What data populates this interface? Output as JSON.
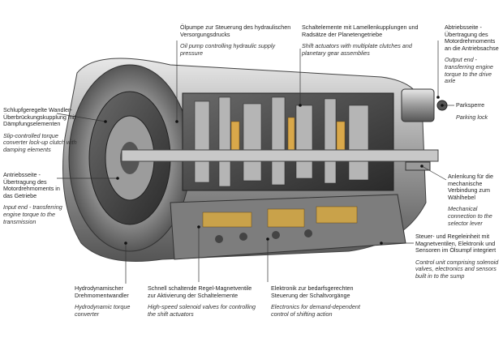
{
  "callouts": [
    {
      "id": "oil-pump",
      "de": "Ölpumpe zur Steuerung des hydraulischen Versorgungsdrucks",
      "en": "Oil pump controlling hydraulic supply pressure"
    },
    {
      "id": "shift-elements",
      "de": "Schaltelemente mit Lamellenkupplungen und Radsätze der Planetengetriebe",
      "en": "Shift actuators with multiplate clutches and planetary gear assemblies"
    },
    {
      "id": "output-end",
      "de": "Abtriebsseite - Übertragung des Motordrehmoments an die Antriebsachse",
      "en": "Output end - transferring engine torque to the drive axle"
    },
    {
      "id": "lockup-clutch",
      "de": "Schlupfgeregelte Wandler-Überbrückungskupplung mit Dämpfungselementen",
      "en": "Slip-controlled torque converter lock-up clutch with damping elements"
    },
    {
      "id": "parking-lock",
      "de": "Parksperre",
      "en": "Parking lock"
    },
    {
      "id": "input-end",
      "de": "Antriebsseite - Übertragung des Motordrehmoments in das Getriebe",
      "en": "Input end - transferring engine torque to the transmission"
    },
    {
      "id": "selector-link",
      "de": "Anlenkung für die mechanische Verbindung zum Wählhebel",
      "en": "Mechanical connection to the selector lever"
    },
    {
      "id": "control-unit",
      "de": "Steuer- und Regeleinheit mit Magnetventilen, Elektronik und Sensoren im Ölsumpf integriert",
      "en": "Control unit comprising solenoid valves, electronics and sensors built in to the sump"
    },
    {
      "id": "torque-converter",
      "de": "Hydrodynamischer Drehmomentwandler",
      "en": "Hydrodynamic torque converter"
    },
    {
      "id": "solenoid-valves",
      "de": "Schnell schaltende Regel-Magnetventile zur Aktivierung der Schaltelemente",
      "en": "High-speed solenoid valves for controlling the shift actuators"
    },
    {
      "id": "electronics",
      "de": "Elektronik zur bedarfsgerechten Steuerung der Schaltvorgänge",
      "en": "Electronics for demand-dependent control of shifting action"
    }
  ]
}
